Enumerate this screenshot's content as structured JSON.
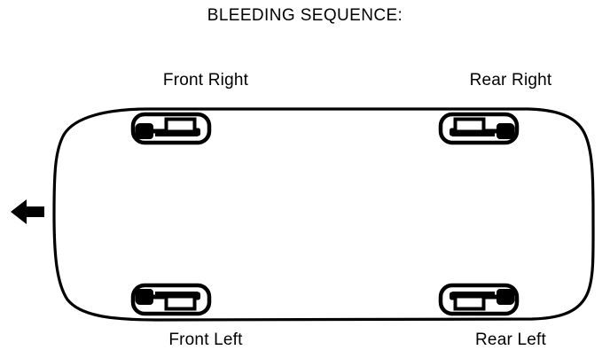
{
  "diagram": {
    "title": "BLEEDING SEQUENCE:",
    "view": "vehicle-top-down",
    "stroke_color": "#000000",
    "fill_color": "#000000",
    "background_color": "#ffffff",
    "direction_arrow": {
      "name": "front-direction-arrow",
      "points": "left",
      "glyph": "←"
    },
    "positions": [
      {
        "id": "front-right",
        "label": "Front Right",
        "corner": "top-left",
        "icon": "brake-assembly-icon",
        "mirrored_x": false,
        "mirrored_y": false
      },
      {
        "id": "rear-right",
        "label": "Rear Right",
        "corner": "top-right",
        "icon": "brake-assembly-icon",
        "mirrored_x": true,
        "mirrored_y": false
      },
      {
        "id": "front-left",
        "label": "Front Left",
        "corner": "bottom-left",
        "icon": "brake-assembly-icon",
        "mirrored_x": false,
        "mirrored_y": true
      },
      {
        "id": "rear-left",
        "label": "Rear Left",
        "corner": "bottom-right",
        "icon": "brake-assembly-icon",
        "mirrored_x": true,
        "mirrored_y": true
      }
    ]
  }
}
